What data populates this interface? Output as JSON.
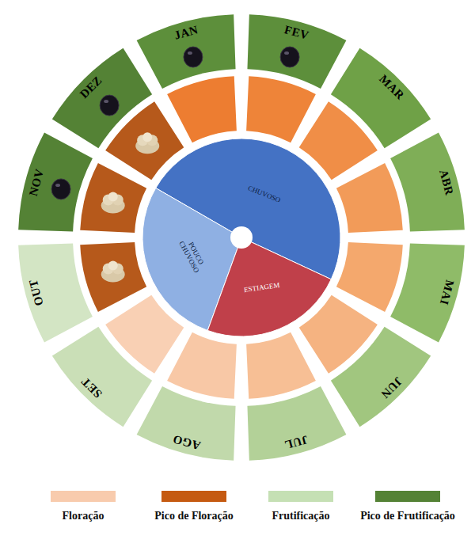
{
  "diagram": {
    "nodes": [
      {
        "text": [
          "JAN"
        ]
      },
      {
        "text": [
          "FEV"
        ]
      },
      {
        "text": [
          "MAR"
        ]
      },
      {
        "text": [
          "ABR"
        ]
      },
      {
        "text": [
          "MAI"
        ]
      },
      {
        "text": [
          "JUN"
        ]
      },
      {
        "text": [
          "JUL"
        ]
      },
      {
        "text": [
          "AGO"
        ]
      },
      {
        "text": [
          "SET"
        ]
      },
      {
        "text": [
          "OUT"
        ]
      },
      {
        "text": [
          "NOV"
        ]
      },
      {
        "text": [
          "DEZ"
        ]
      },
      {
        "text": [
          "CHUVOSO"
        ]
      },
      {
        "text": [
          "POUCO CHUVOSO"
        ]
      },
      {
        "text": [
          "ESTIAGEM"
        ]
      }
    ],
    "legend": [
      {
        "text": "Floração",
        "color": "#f8cbad"
      },
      {
        "text": "Pico de Floração",
        "color": "#c55a11"
      },
      {
        "text": "Frutificação",
        "color": "#c5e0b4"
      },
      {
        "text": "Pico de Frutificação",
        "color": "#548235"
      }
    ]
  }
}
